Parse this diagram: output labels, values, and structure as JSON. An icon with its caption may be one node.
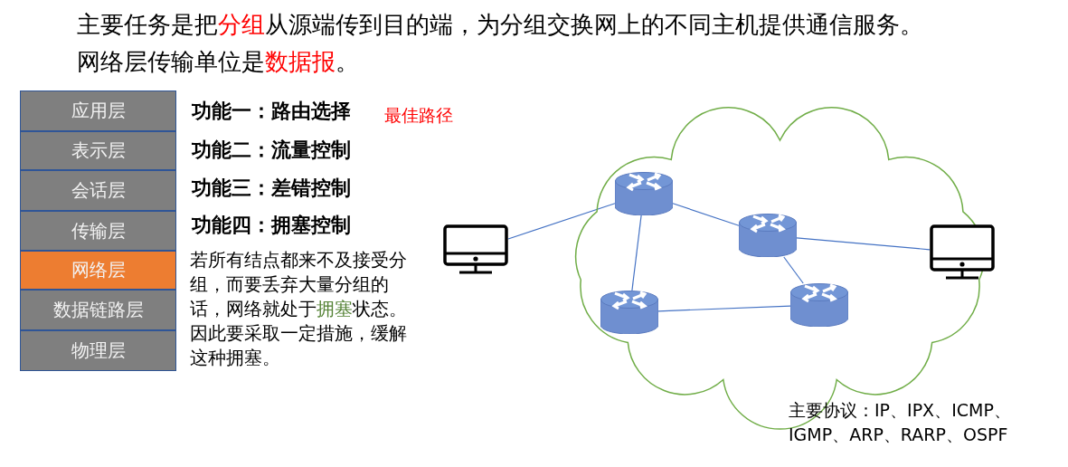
{
  "diagram": {
    "title": "主要任务是把**分组**从源端传到目的端，为分组交换网上的不同主机提供通信服务。",
    "nodes": [
      {
        "text": [
          "应用层"
        ]
      },
      {
        "text": [
          "表示层"
        ]
      },
      {
        "text": [
          "会话层"
        ]
      },
      {
        "text": [
          "传输层"
        ]
      },
      {
        "text": [
          "网络层"
        ]
      },
      {
        "text": [
          "数据链路层"
        ]
      },
      {
        "text": [
          "物理层"
        ]
      },
      {
        "text": [],
        "shape": "cloud"
      },
      {
        "text": [],
        "shape": "picture"
      },
      {
        "text": [],
        "shape": "cylinder",
        "in": 7
      },
      {
        "text": [],
        "shape": "cylinder",
        "in": 7
      },
      {
        "text": [],
        "shape": "cylinder",
        "in": 7
      },
      {
        "text": [],
        "shape": "cylinder",
        "in": 7
      },
      {
        "text": [],
        "shape": "picture"
      }
    ],
    "edges": [
      {
        "from": 8,
        "to": 9,
        "arrow": "none"
      },
      {
        "from": 9,
        "to": 10,
        "arrow": "none"
      },
      {
        "from": 9,
        "to": 11,
        "arrow": "none"
      },
      {
        "from": 10,
        "to": 12,
        "arrow": "none"
      },
      {
        "from": 11,
        "to": 12,
        "arrow": "none"
      },
      {
        "from": 10,
        "to": 13,
        "arrow": "none"
      }
    ],
    "labels": [
      "网络层传输单位是**数据报**。",
      "功能一：路由选择",
      "最佳路径",
      "功能二：流量控制",
      "功能三：差错控制",
      "功能四：拥塞控制",
      "若所有结点都来不及接受分组，而要丢弃大量分组的话，网络就处于**拥塞**状态。因此要采取一定措施，缓解这种拥塞。",
      "主要协议：IP、IPX、ICMP、IGMP、ARP、RARP、OSPF"
    ]
  }
}
